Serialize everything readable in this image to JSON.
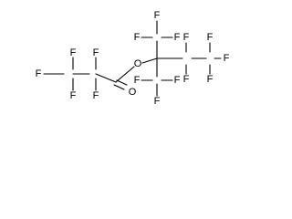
{
  "molecule": {
    "atom_labels": {
      "f_a1": "F",
      "f_a2": "F",
      "f_a3": "F",
      "f_b1": "F",
      "f_b2": "F",
      "carbonyl_o": "O",
      "ester_o": "O",
      "f_c1": "F",
      "f_c2": "F",
      "f_c3": "F",
      "f_d1": "F",
      "f_d2": "F",
      "f_d3": "F",
      "f_e1": "F",
      "f_e2": "F",
      "f_f1": "F",
      "f_f2": "F",
      "f_f3": "F"
    }
  }
}
